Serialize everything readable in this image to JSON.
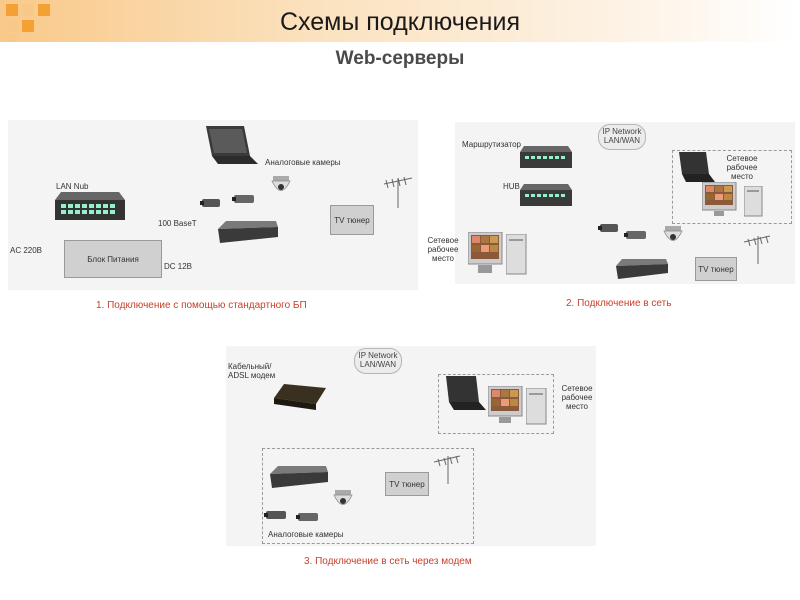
{
  "header": {
    "title": "Схемы подключения",
    "subtitle": "Web-серверы"
  },
  "diagram1": {
    "lan_hub": "LAN Nub",
    "ac_input": "AC 220B",
    "power_block": "Блок Питания",
    "dc_label": "DC 12B",
    "baset_label": "100 BaseT",
    "cameras_label": "Аналоговые камеры",
    "tv_tuner": "TV тюнер",
    "caption": "1. Подключение с помощью стандартного БП"
  },
  "diagram2": {
    "router": "Маршрутизатор",
    "hub": "HUB",
    "network": "IP Network LAN/WAN",
    "workstation_left": "Сетевое рабочее место",
    "workstation_right": "Сетевое рабочее место",
    "tv_tuner": "TV тюнер",
    "caption": "2. Подключение в сеть"
  },
  "diagram3": {
    "modem": "Кабельный/ ADSL модем",
    "network": "IP Network LAN/WAN",
    "workstation": "Сетевое рабочее место",
    "tv_tuner": "TV тюнер",
    "cameras_label": "Аналоговые камеры",
    "caption": "3. Подключение в сеть через модем"
  },
  "colors": {
    "accent": "#f5a033",
    "caption": "#c8402a",
    "blue_link": "#3aa0e0"
  }
}
